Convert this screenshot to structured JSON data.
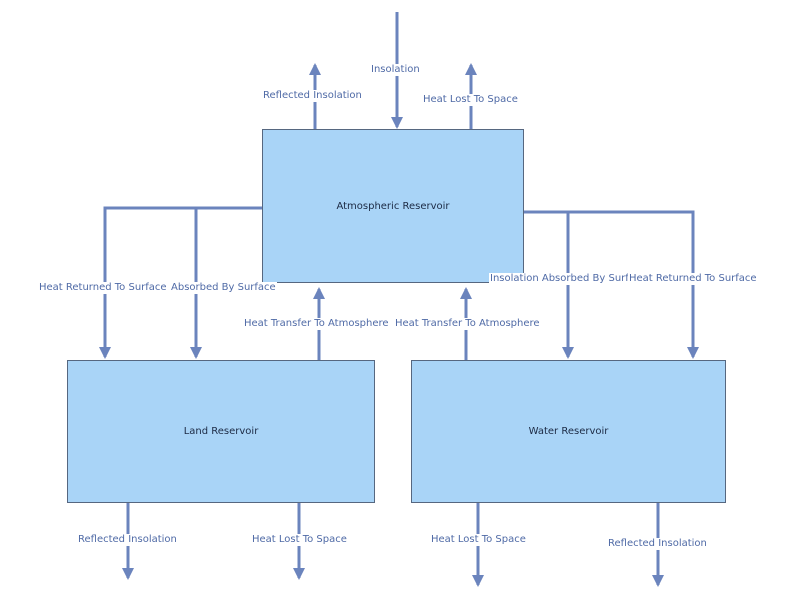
{
  "colors": {
    "box_fill": "#a9d4f7",
    "box_border": "#566780",
    "arrow": "#6b84bd",
    "label_text": "#4f6aa6",
    "background": "#ffffff"
  },
  "reservoirs": {
    "atmospheric": "Atmospheric Reservoir",
    "land": "Land Reservoir",
    "water": "Water Reservoir"
  },
  "flows": {
    "insolation": "Insolation",
    "atm_reflected_insolation": "Reflected Insolation",
    "atm_heat_lost_to_space": "Heat Lost To Space",
    "heat_returned_to_surface_land": "Heat Returned To Surface",
    "absorbed_by_surface_land": "Absorbed By Surface",
    "insolation_absorbed_by_surface_water": "Insolation Absorbed By Surface",
    "heat_returned_to_surface_water": "Heat Returned To Surface",
    "land_heat_transfer_to_atmosphere": "Heat Transfer To Atmosphere",
    "water_heat_transfer_to_atmosphere": "Heat Transfer To Atmosphere",
    "land_reflected_insolation": "Reflected Insolation",
    "land_heat_lost_to_space": "Heat Lost To Space",
    "water_heat_lost_to_space": "Heat Lost To Space",
    "water_reflected_insolation": "Reflected Insolation"
  }
}
